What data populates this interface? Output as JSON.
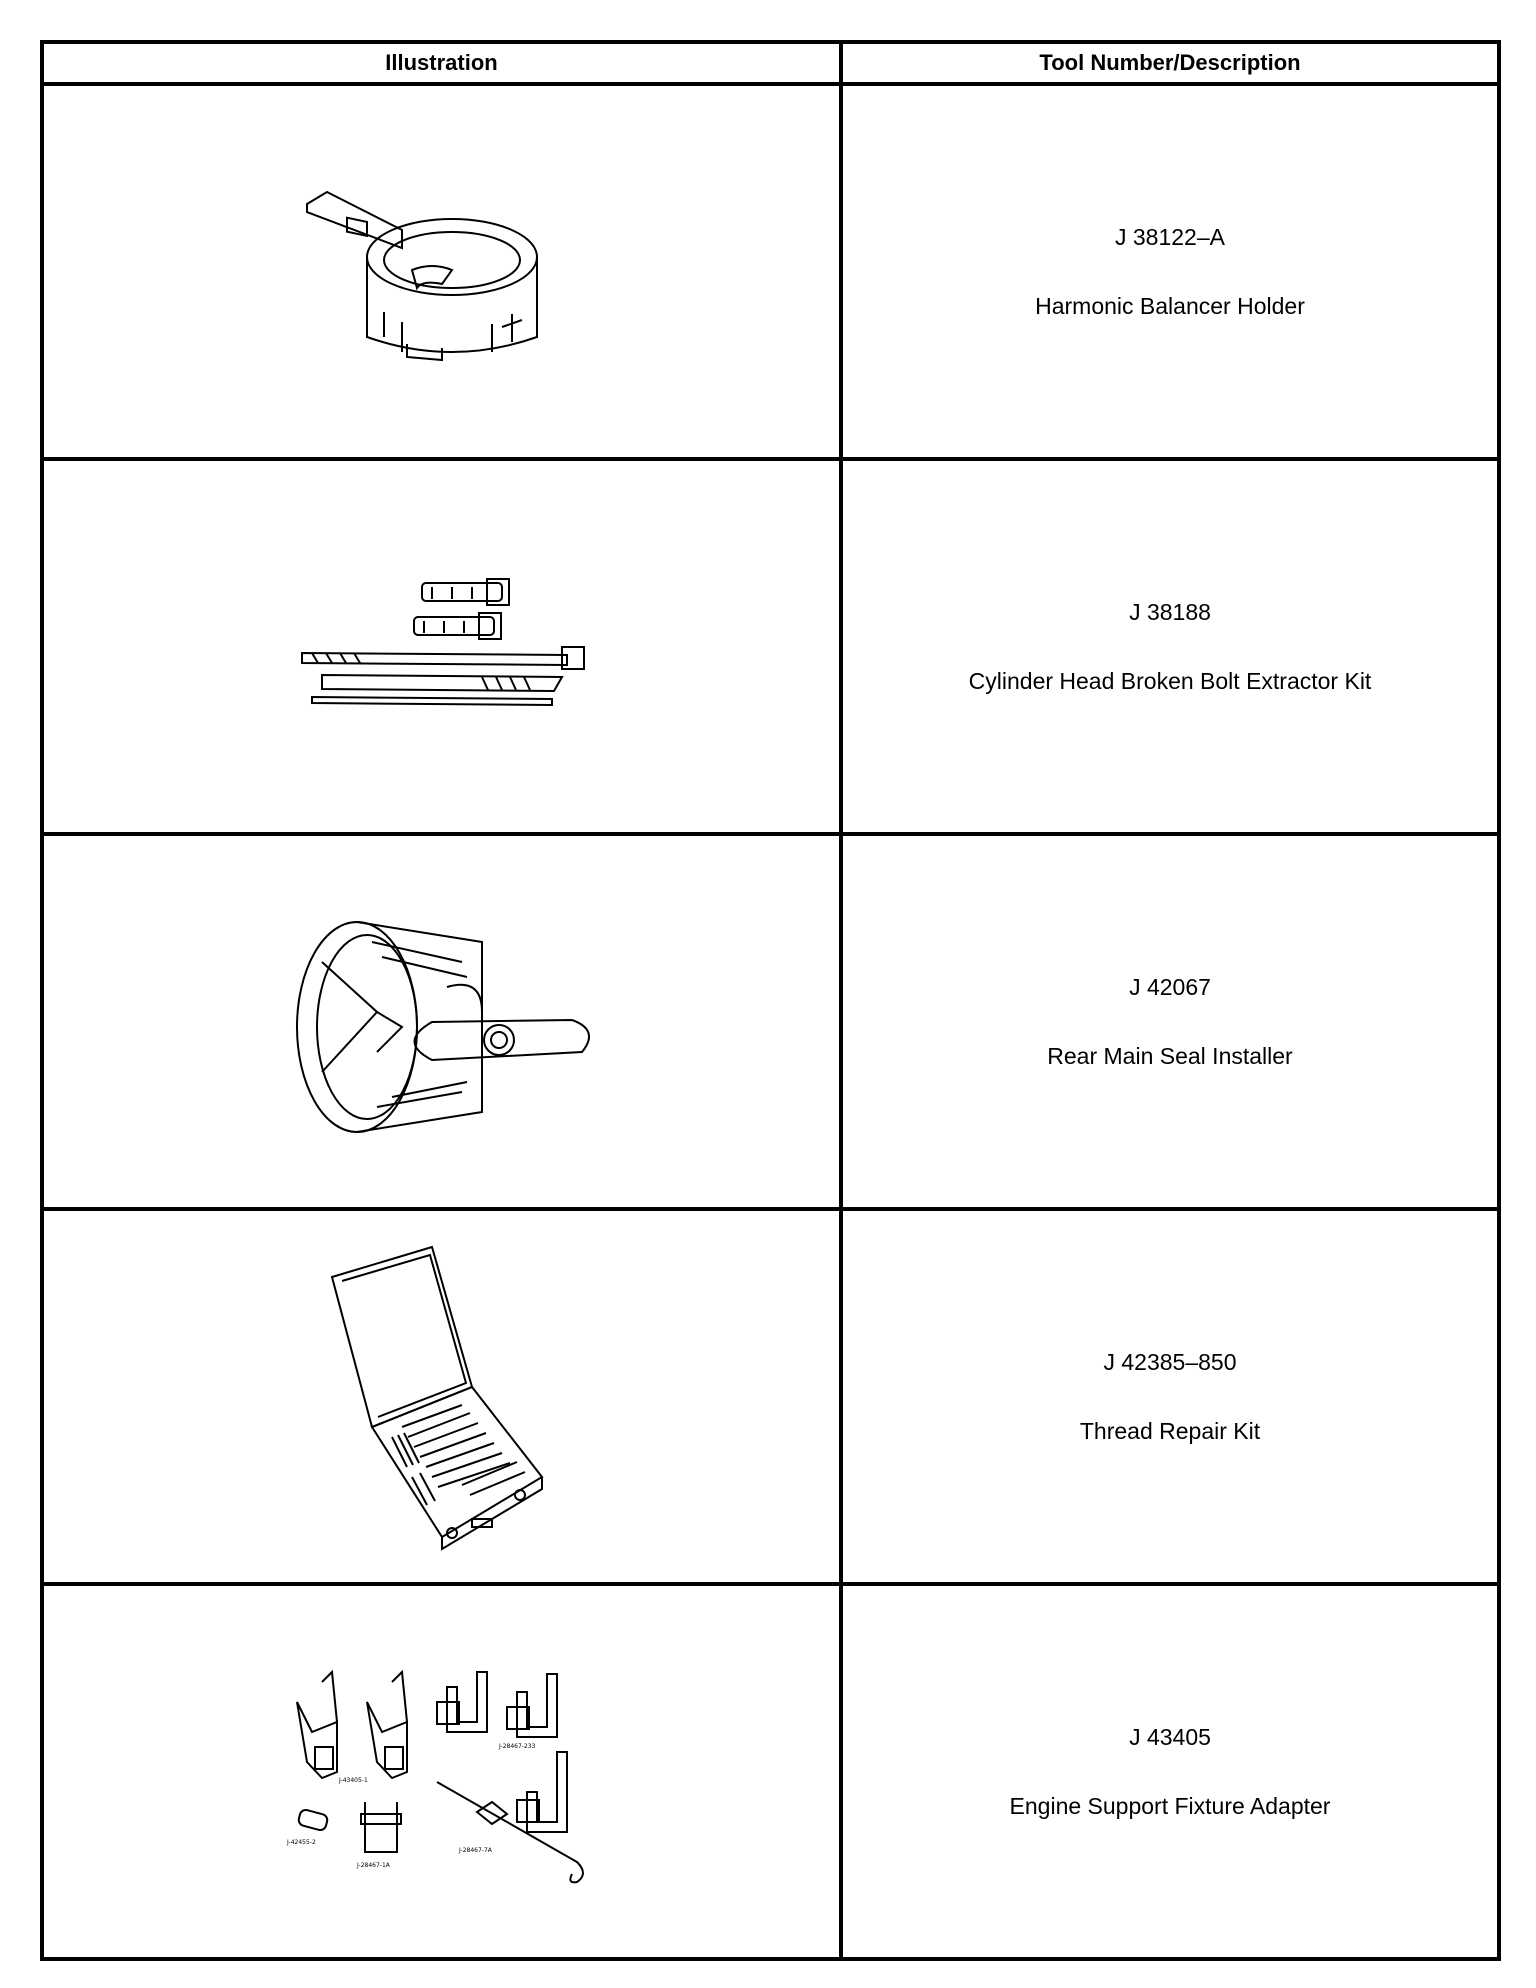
{
  "table": {
    "headers": {
      "illustration": "Illustration",
      "description": "Tool Number/Description"
    },
    "rows": [
      {
        "tool_number": "J 38122–A",
        "description": "Harmonic Balancer Holder",
        "icon": "harmonic-balancer-holder-illustration"
      },
      {
        "tool_number": "J 38188",
        "description": "Cylinder Head Broken Bolt Extractor Kit",
        "icon": "bolt-extractor-kit-illustration"
      },
      {
        "tool_number": "J 42067",
        "description": "Rear Main Seal Installer",
        "icon": "rear-main-seal-installer-illustration"
      },
      {
        "tool_number": "J 42385–850",
        "description": "Thread Repair Kit",
        "icon": "thread-repair-kit-illustration"
      },
      {
        "tool_number": "J 43405",
        "description": "Engine Support Fixture Adapter",
        "icon": "engine-support-fixture-adapter-illustration",
        "part_labels": [
          "J-43405-1",
          "J-28467-233",
          "J-42455-2",
          "J-28467-1A",
          "J-28467-7A"
        ]
      }
    ]
  }
}
